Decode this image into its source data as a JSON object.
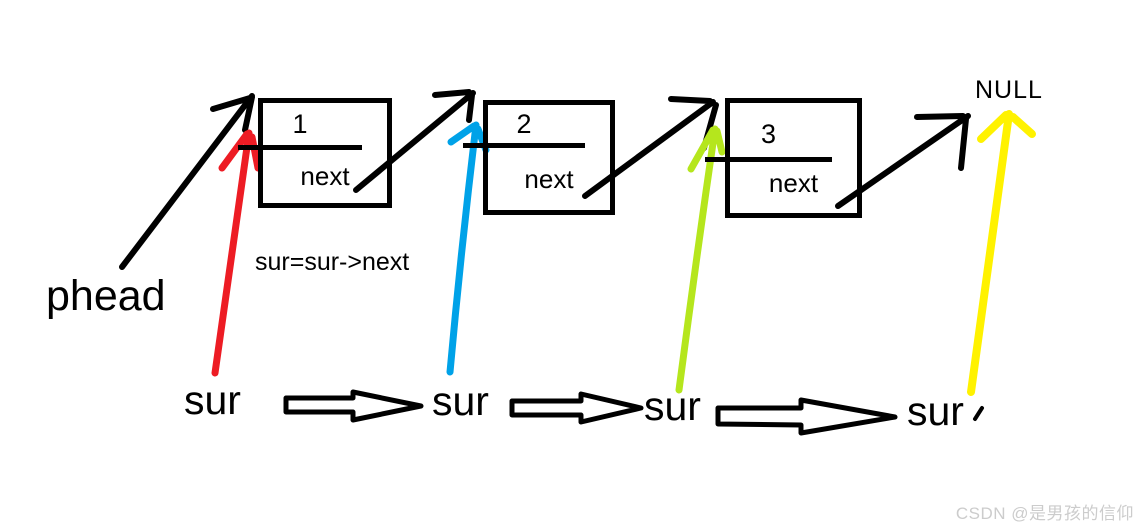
{
  "diagram": {
    "head_pointer": "phead",
    "null_label": "NULL",
    "statement": "sur=sur->next",
    "nodes": [
      {
        "value": "1",
        "pointer_field": "next"
      },
      {
        "value": "2",
        "pointer_field": "next"
      },
      {
        "value": "3",
        "pointer_field": "next"
      }
    ],
    "iterators": [
      {
        "label": "sur",
        "arrow_color": "#ed1c24"
      },
      {
        "label": "sur",
        "arrow_color": "#00a2e8"
      },
      {
        "label": "sur",
        "arrow_color": "#b5e61d"
      },
      {
        "label": "sur",
        "arrow_color": "#fff200"
      }
    ],
    "colors": {
      "ink": "#000000",
      "background": "#ffffff"
    }
  },
  "watermark": {
    "text": "CSDN @是男孩的信仰",
    "color": "#cccccc"
  }
}
